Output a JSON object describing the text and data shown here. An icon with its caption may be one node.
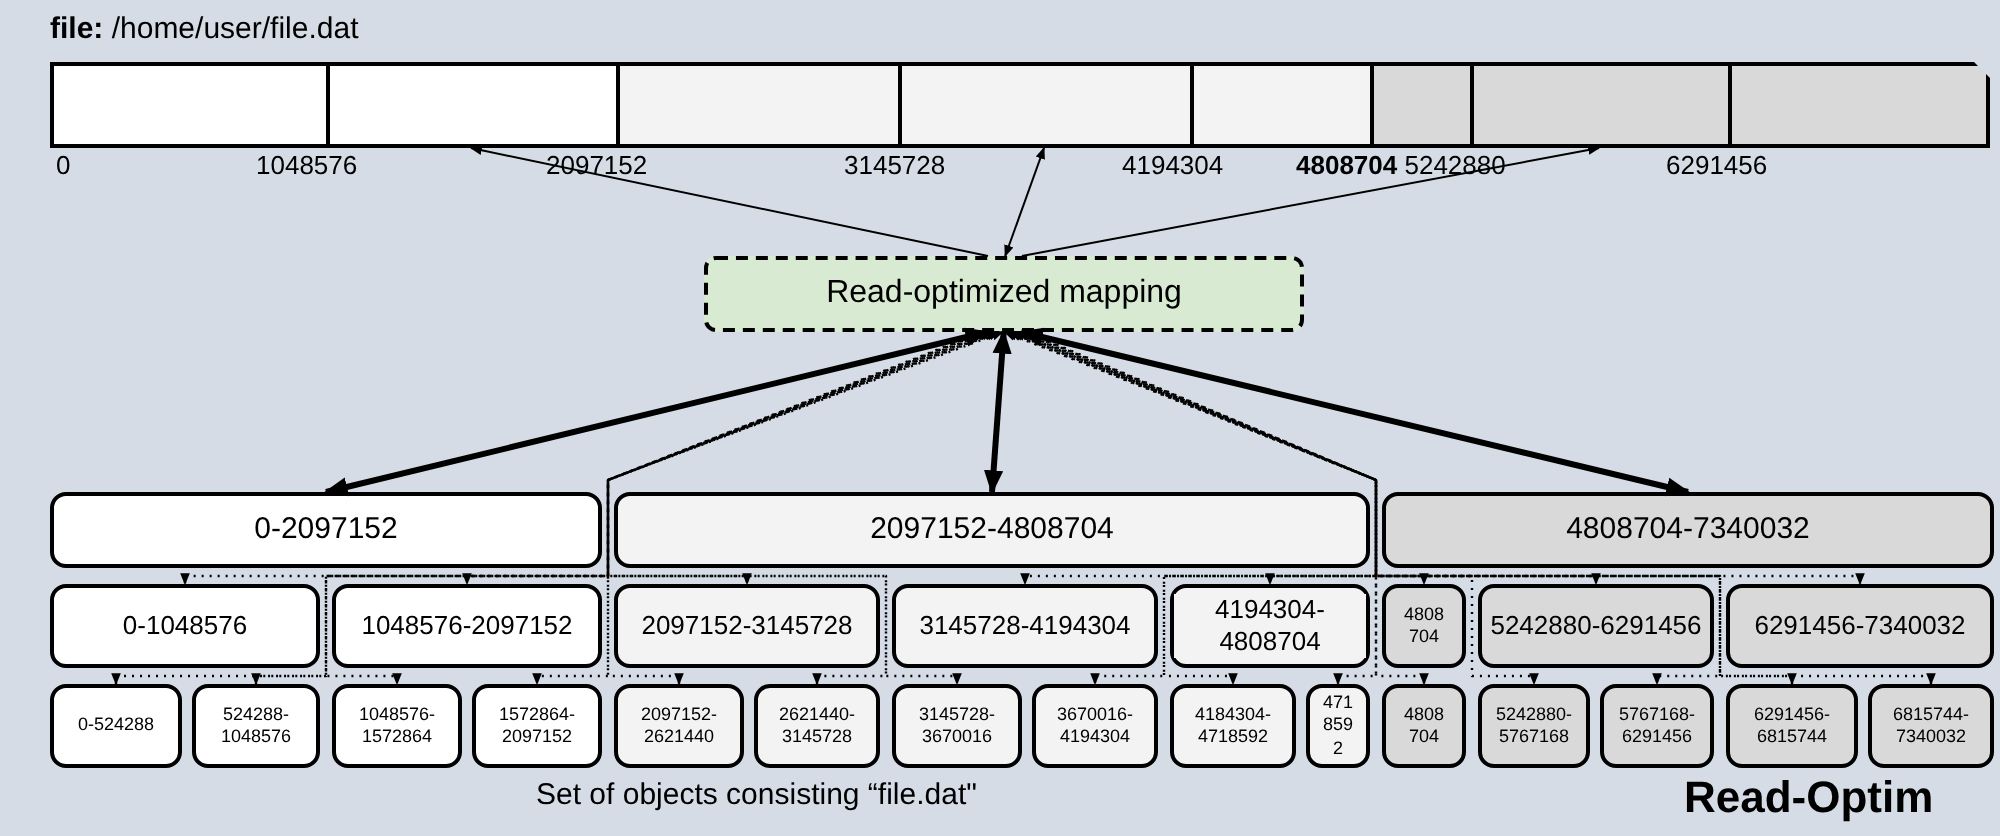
{
  "diagram": {
    "nodes": [
      {
        "text": [
          "**file:** /home/user/file.dat"
        ]
      },
      {
        "text": [],
        "shape": "box",
        "in": 0
      },
      {
        "text": [],
        "shape": "box",
        "in": 0
      },
      {
        "text": [],
        "shape": "box",
        "in": 0
      },
      {
        "text": [],
        "shape": "box",
        "in": 0
      },
      {
        "text": [],
        "shape": "box",
        "in": 0
      },
      {
        "text": [],
        "shape": "box",
        "in": 0
      },
      {
        "text": [],
        "shape": "box",
        "in": 0
      },
      {
        "text": [],
        "shape": "box",
        "in": 0
      },
      {
        "text": [
          "Read-optimized mapping"
        ]
      },
      {
        "text": [
          "0-2097152"
        ]
      },
      {
        "text": [
          "2097152-4808704"
        ]
      },
      {
        "text": [
          "4808704-7340032"
        ]
      },
      {
        "text": [
          "0-1048576"
        ]
      },
      {
        "text": [
          "1048576-2097152"
        ]
      },
      {
        "text": [
          "2097152-3145728"
        ]
      },
      {
        "text": [
          "3145728-4194304"
        ]
      },
      {
        "text": [
          "4194304-4808704"
        ]
      },
      {
        "text": [
          "4808704"
        ]
      },
      {
        "text": [
          "5242880-6291456"
        ]
      },
      {
        "text": [
          "6291456-7340032"
        ]
      },
      {
        "text": [
          "0-524288"
        ]
      },
      {
        "text": [
          "524288-1048576"
        ]
      },
      {
        "text": [
          "1048576-1572864"
        ]
      },
      {
        "text": [
          "1572864-2097152"
        ]
      },
      {
        "text": [
          "2097152-2621440"
        ]
      },
      {
        "text": [
          "2621440-3145728"
        ]
      },
      {
        "text": [
          "3145728-3670016"
        ]
      },
      {
        "text": [
          "3670016-4194304"
        ]
      },
      {
        "text": [
          "4184304-4718592"
        ]
      },
      {
        "text": [
          "4718592"
        ]
      },
      {
        "text": [
          "4808704"
        ]
      },
      {
        "text": [
          "5242880-5767168"
        ]
      },
      {
        "text": [
          "5767168-6291456"
        ]
      },
      {
        "text": [
          "6291456-6815744"
        ]
      },
      {
        "text": [
          "6815744-7340032"
        ]
      }
    ],
    "edges": [
      {
        "from": 9,
        "to": 2,
        "arrow": "to"
      },
      {
        "from": 9,
        "to": 4,
        "arrow": "both"
      },
      {
        "from": 9,
        "to": 7,
        "arrow": "to"
      },
      {
        "from": 9,
        "to": 10,
        "arrow": "both",
        "style": "thick"
      },
      {
        "from": 9,
        "to": 11,
        "arrow": "both",
        "style": "thick"
      },
      {
        "from": 9,
        "to": 12,
        "arrow": "both",
        "style": "thick"
      },
      {
        "from": 9,
        "to": 13,
        "arrow": "both",
        "style": "dashed"
      },
      {
        "from": 9,
        "to": 14,
        "arrow": "both",
        "style": "dashed"
      },
      {
        "from": 9,
        "to": 15,
        "arrow": "both",
        "style": "dashed"
      },
      {
        "from": 9,
        "to": 16,
        "arrow": "both",
        "style": "dashed"
      },
      {
        "from": 9,
        "to": 17,
        "arrow": "both",
        "style": "dashed"
      },
      {
        "from": 9,
        "to": 18,
        "arrow": "both",
        "style": "dashed"
      },
      {
        "from": 9,
        "to": 19,
        "arrow": "both",
        "style": "dashed"
      },
      {
        "from": 9,
        "to": 20,
        "arrow": "both",
        "style": "dashed"
      },
      {
        "from": 9,
        "to": 21,
        "arrow": "both",
        "style": "dashed"
      },
      {
        "from": 9,
        "to": 22,
        "arrow": "both",
        "style": "dashed"
      },
      {
        "from": 9,
        "to": 23,
        "arrow": "both",
        "style": "dashed"
      },
      {
        "from": 9,
        "to": 24,
        "arrow": "both",
        "style": "dashed"
      },
      {
        "from": 9,
        "to": 25,
        "arrow": "both",
        "style": "dashed"
      },
      {
        "from": 9,
        "to": 26,
        "arrow": "both",
        "style": "dashed"
      },
      {
        "from": 9,
        "to": 27,
        "arrow": "both",
        "style": "dashed"
      },
      {
        "from": 9,
        "to": 28,
        "arrow": "both",
        "style": "dashed"
      },
      {
        "from": 9,
        "to": 29,
        "arrow": "both",
        "style": "dashed"
      },
      {
        "from": 9,
        "to": 30,
        "arrow": "both",
        "style": "dashed"
      },
      {
        "from": 9,
        "to": 31,
        "arrow": "both",
        "style": "dashed"
      },
      {
        "from": 9,
        "to": 32,
        "arrow": "both",
        "style": "dashed"
      },
      {
        "from": 9,
        "to": 33,
        "arrow": "both",
        "style": "dashed"
      },
      {
        "from": 9,
        "to": 34,
        "arrow": "both",
        "style": "dashed"
      },
      {
        "from": 9,
        "to": 35,
        "arrow": "both",
        "style": "dashed"
      }
    ],
    "labels": [
      "0",
      "1048576",
      "2097152",
      "3145728",
      "4194304",
      "**4808704** 5242880",
      "6291456",
      "Set of objects consisting “file.dat\"",
      "Read-Optim"
    ]
  }
}
